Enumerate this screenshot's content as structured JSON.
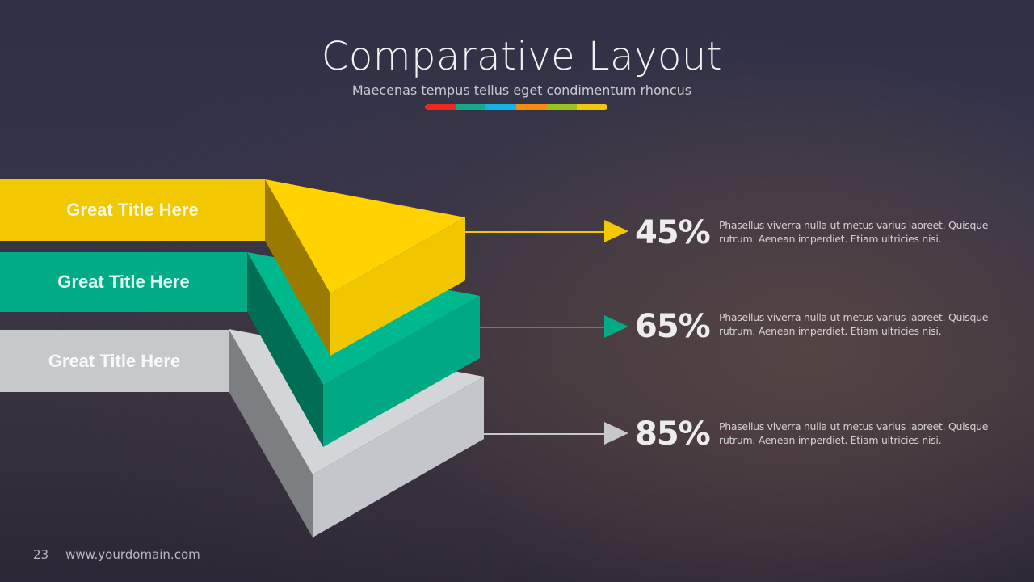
{
  "header": {
    "title": "Comparative Layout",
    "subtitle": "Maecenas tempus tellus eget condimentum rhoncus",
    "colorbar": [
      "#f0281e",
      "#16a98a",
      "#12b4e6",
      "#f58c14",
      "#9bc31e",
      "#f2c70f"
    ]
  },
  "items": [
    {
      "label": "Great Title Here",
      "percent": "45%",
      "description_line1": "Phasellus viverra nulla ut metus varius laoreet. Quisque",
      "description_line2": "rutrum. Aenean imperdiet. Etiam ultricies nisi.",
      "color": "#f2c800",
      "top_color": "#ffd200",
      "side_color": "#9a7b00",
      "front_color": "#efc600"
    },
    {
      "label": "Great Title Here",
      "percent": "65%",
      "description_line1": "Phasellus viverra nulla ut metus varius laoreet. Quisque",
      "description_line2": "rutrum. Aenean imperdiet. Etiam ultricies nisi.",
      "color": "#00ab85",
      "top_color": "#00b88e",
      "side_color": "#006e55",
      "front_color": "#00a983"
    },
    {
      "label": "Great Title Here",
      "percent": "85%",
      "description_line1": "Phasellus viverra nulla ut metus varius laoreet. Quisque",
      "description_line2": "rutrum. Aenean imperdiet. Etiam ultricies nisi.",
      "color": "#c6c8cc",
      "top_color": "#d3d5d9",
      "side_color": "#7d7e82",
      "front_color": "#c4c6cb"
    }
  ],
  "footer": {
    "page_number": "23",
    "website": "www.yourdomain.com"
  }
}
